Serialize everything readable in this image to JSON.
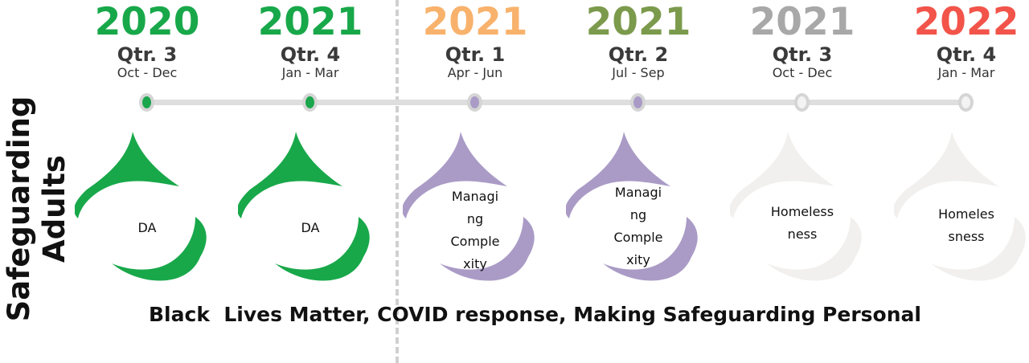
{
  "side_title": {
    "line1": "Safeguarding",
    "line2": "Adults"
  },
  "colors": {
    "green": "#18a84a",
    "orange": "#f8b26c",
    "olive": "#7c9a4c",
    "grey": "#a8a8a8",
    "red": "#f2544a",
    "purple": "#aa9bc6",
    "faded": "#f1f0ee",
    "line": "#dedede"
  },
  "columns": [
    {
      "year": "2020",
      "quarter": "Qtr. 3",
      "months": "Oct - Dec",
      "year_color": "#18a84a",
      "dot_color": "#1aa64c",
      "drop_color": "#18a84a",
      "topic_lines": [
        "DA"
      ]
    },
    {
      "year": "2021",
      "quarter": "Qtr. 4",
      "months": "Jan - Mar",
      "year_color": "#18a84a",
      "dot_color": "#1aa64c",
      "drop_color": "#18a84a",
      "topic_lines": [
        "DA"
      ]
    },
    {
      "year": "2021",
      "quarter": "Qtr. 1",
      "months": "Apr - Jun",
      "year_color": "#f8b26c",
      "dot_color": "#aa9bc6",
      "drop_color": "#aa9bc6",
      "topic_lines": [
        "Managi",
        "ng",
        "Comple",
        "xity"
      ]
    },
    {
      "year": "2021",
      "quarter": "Qtr. 2",
      "months": "Jul - Sep",
      "year_color": "#7c9a4c",
      "dot_color": "#aa9bc6",
      "drop_color": "#aa9bc6",
      "topic_lines": [
        "Managi",
        "ng",
        "Comple",
        "xity"
      ]
    },
    {
      "year": "2021",
      "quarter": "Qtr. 3",
      "months": "Oct - Dec",
      "year_color": "#a8a8a8",
      "dot_color": "#f3f3f3",
      "drop_color": "#f1f0ee",
      "topic_lines": [
        "Homeless",
        "ness"
      ]
    },
    {
      "year": "2022",
      "quarter": "Qtr. 4",
      "months": "Jan - Mar",
      "year_color": "#f2544a",
      "dot_color": "#f3f3f3",
      "drop_color": "#f1f0ee",
      "topic_lines": [
        "Homeles",
        "sness"
      ]
    }
  ],
  "footer": "Black  Lives Matter, COVID response, Making Safeguarding Personal"
}
